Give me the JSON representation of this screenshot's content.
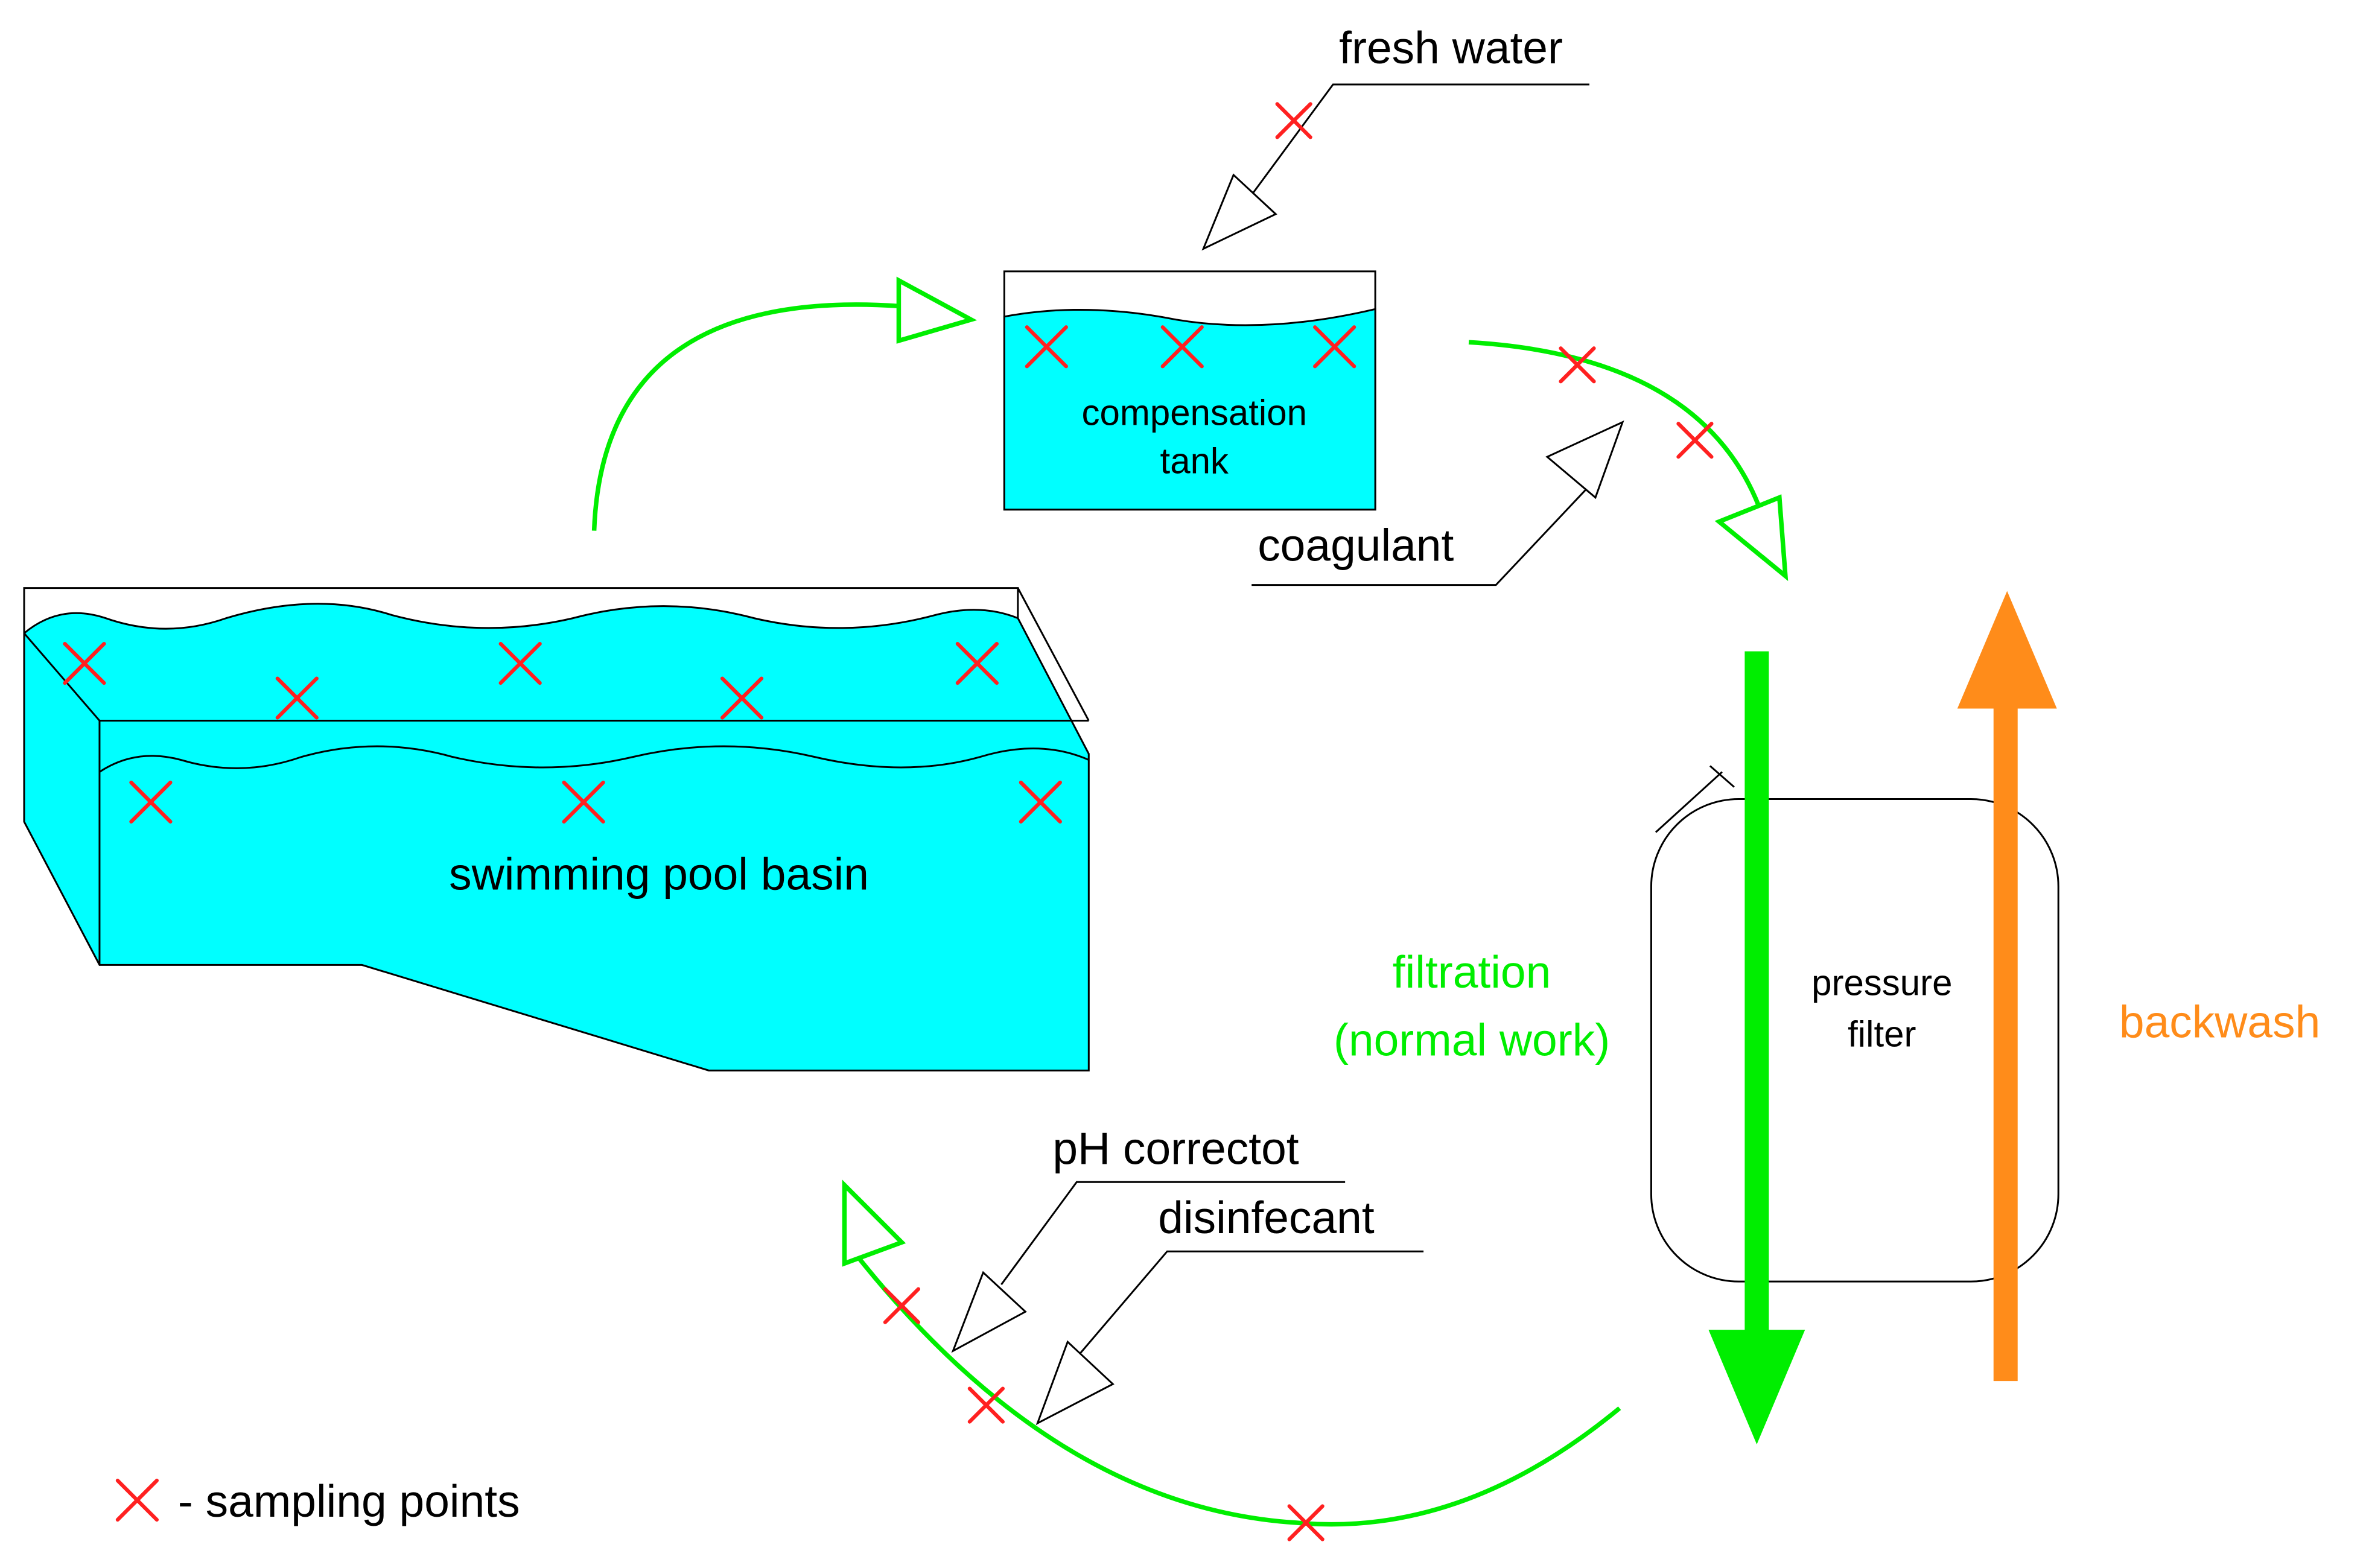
{
  "colors": {
    "water": "#00ffff",
    "flow": "#00ee00",
    "backwash": "#ff8c1a",
    "sample": "#ff2020",
    "line": "#000000"
  },
  "labels": {
    "fresh_water": "fresh water",
    "compensation_tank_line1": "compensation",
    "compensation_tank_line2": "tank",
    "coagulant": "coagulant",
    "pool_basin": "swimming pool basin",
    "pressure_filter_line1": "pressure",
    "pressure_filter_line2": "filter",
    "filtration_line1": "filtration",
    "filtration_line2": "(normal work)",
    "backwash": "backwash",
    "ph_corrector": "pH correctot",
    "disinfectant": "disinfecant",
    "legend": "- sampling points"
  }
}
